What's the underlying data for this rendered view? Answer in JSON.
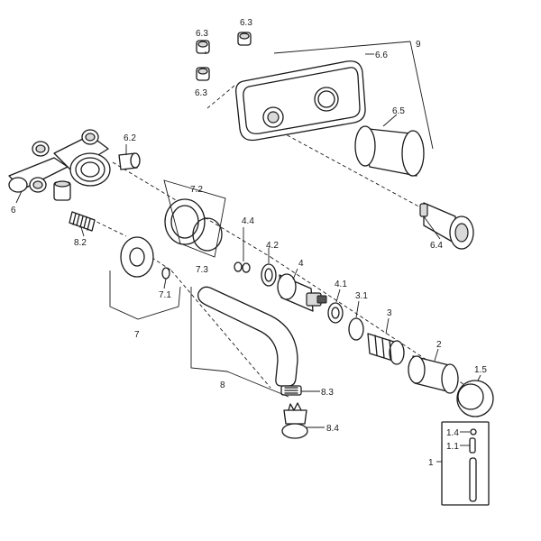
{
  "callouts": {
    "c_6_3_a": "6.3",
    "c_6_3_b": "6.3",
    "c_6_3_c": "6.3",
    "c_9": "9",
    "c_6_6": "6.6",
    "c_6_5": "6.5",
    "c_6_2": "6.2",
    "c_6": "6",
    "c_7_2": "7.2",
    "c_4_4": "4.4",
    "c_6_4": "6.4",
    "c_8_2": "8.2",
    "c_4_2": "4.2",
    "c_4": "4",
    "c_7_3": "7.3",
    "c_7_1": "7.1",
    "c_4_1": "4.1",
    "c_3_1": "3.1",
    "c_3": "3",
    "c_7": "7",
    "c_2": "2",
    "c_1_5": "1.5",
    "c_8": "8",
    "c_8_3": "8.3",
    "c_8_4": "8.4",
    "c_1_4": "1.4",
    "c_1_1": "1.1",
    "c_1": "1"
  }
}
